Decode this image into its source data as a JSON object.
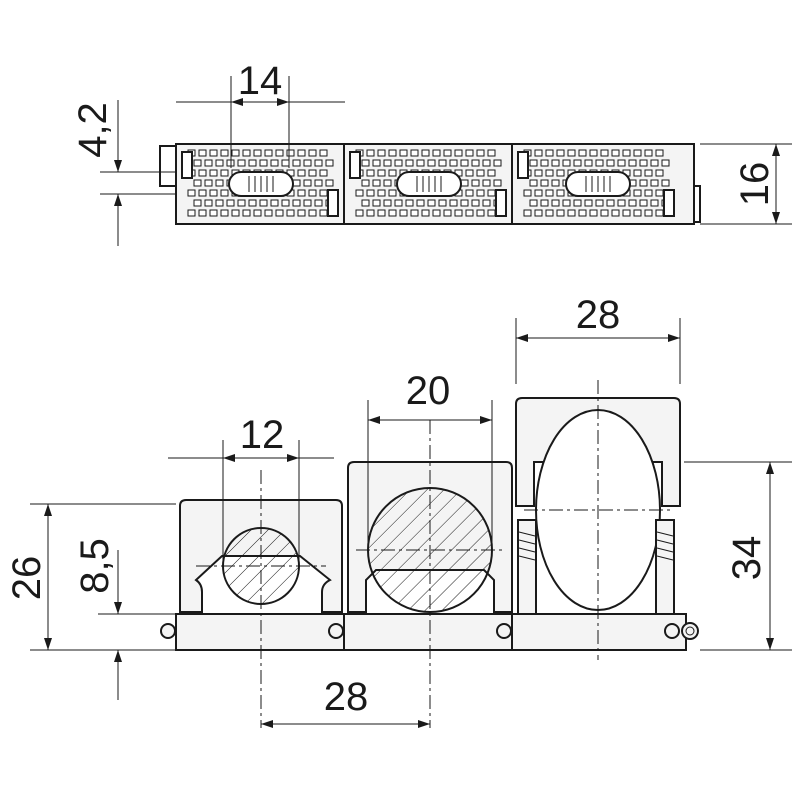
{
  "drawing": {
    "top_view": {
      "dimensions": {
        "slot_spacing": "14",
        "offset": "4,2",
        "height": "16"
      }
    },
    "front_view": {
      "dimensions": {
        "small_clamp_diameter": "12",
        "medium_clamp_diameter": "20",
        "large_clamp_diameter": "28",
        "pitch": "28",
        "small_clamp_height": "26",
        "base_axis_height": "8,5",
        "large_clamp_height": "34"
      }
    },
    "colors": {
      "line": "#1a1a1a",
      "background": "#ffffff"
    }
  }
}
